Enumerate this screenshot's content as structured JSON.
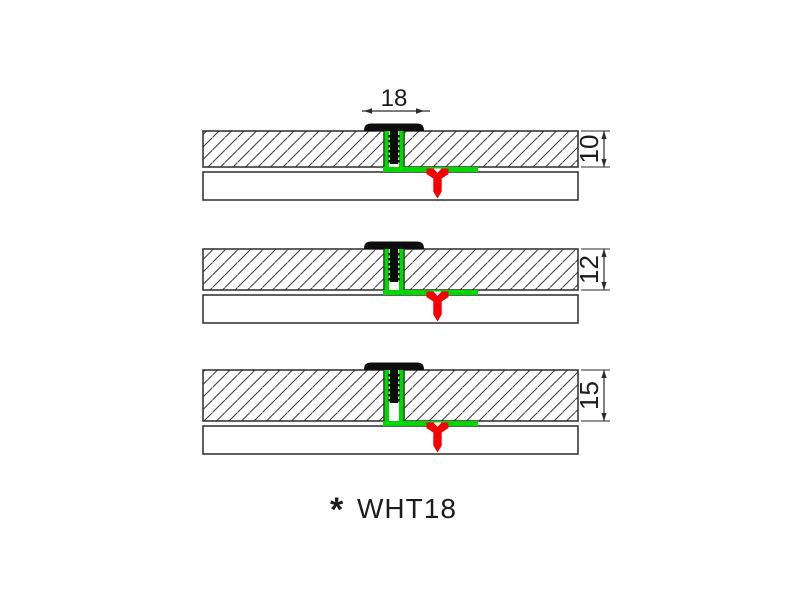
{
  "drawing": {
    "product_code_note": {
      "star": "*",
      "code": "WHT18"
    },
    "width_dimension": {
      "value": "18"
    },
    "sections": [
      {
        "id": "tile-10mm",
        "thickness": "10"
      },
      {
        "id": "tile-12mm",
        "thickness": "12"
      },
      {
        "id": "tile-15mm",
        "thickness": "15"
      }
    ],
    "colors": {
      "profile_green": "#00d800",
      "anchor_red": "#f60000",
      "cap_black": "#0d0d0d",
      "line": "#2b2b2b"
    }
  }
}
